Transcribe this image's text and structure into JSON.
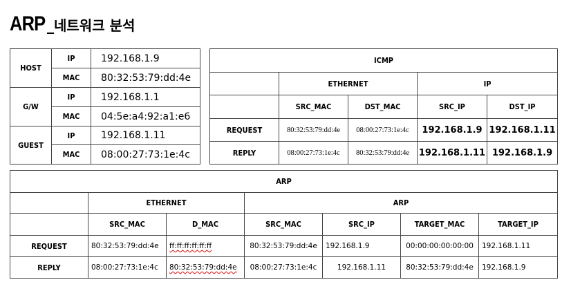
{
  "title": {
    "main": "ARP",
    "sub": "_네트워크 분석"
  },
  "hosts": {
    "ip_label": "IP",
    "mac_label": "MAC",
    "rows": [
      {
        "name": "HOST",
        "ip": "192.168.1.9",
        "mac": "80:32:53:79:dd:4e"
      },
      {
        "name": "G/W",
        "ip": "192.168.1.1",
        "mac": "04:5e:a4:92:a1:e6"
      },
      {
        "name": "GUEST",
        "ip": "192.168.1.11",
        "mac": "08:00:27:73:1e:4c"
      }
    ]
  },
  "icmp": {
    "title": "ICMP",
    "ethernet": "ETHERNET",
    "ip": "IP",
    "cols": [
      "SRC_MAC",
      "DST_MAC",
      "SRC_IP",
      "DST_IP"
    ],
    "rows": [
      {
        "label": "REQUEST",
        "src_mac": "80:32:53:79:dd:4e",
        "dst_mac": "08:00:27:73:1e:4c",
        "src_ip": "192.168.1.9",
        "dst_ip": "192.168.1.11"
      },
      {
        "label": "REPLY",
        "src_mac": "08:00:27:73:1e:4c",
        "dst_mac": "80:32:53:79:dd:4e",
        "src_ip": "192.168.1.11",
        "dst_ip": "192.168.1.9"
      }
    ]
  },
  "arp": {
    "title": "ARP",
    "ethernet": "ETHERNET",
    "arp": "ARP",
    "cols": [
      "SRC_MAC",
      "D_MAC",
      "SRC_MAC",
      "SRC_IP",
      "TARGET_MAC",
      "TARGET_IP"
    ],
    "rows": [
      {
        "label": "REQUEST",
        "src_mac": "80:32:53:79:dd:4e",
        "d_mac": "ff:ff:ff:ff:ff:ff",
        "arp_src_mac": "80:32:53:79:dd:4e",
        "src_ip": "192.168.1.9",
        "target_mac": "00:00:00:00:00:00",
        "target_ip": "192.168.1.11"
      },
      {
        "label": "REPLY",
        "src_mac": "08:00:27:73:1e:4c",
        "d_mac": "80:32:53:79:dd:4e",
        "arp_src_mac": "08:00:27:73:1e:4c",
        "src_ip": "192.168.1.11",
        "target_mac": "80:32:53:79:dd:4e",
        "target_ip": "192.168.1.9"
      }
    ]
  }
}
